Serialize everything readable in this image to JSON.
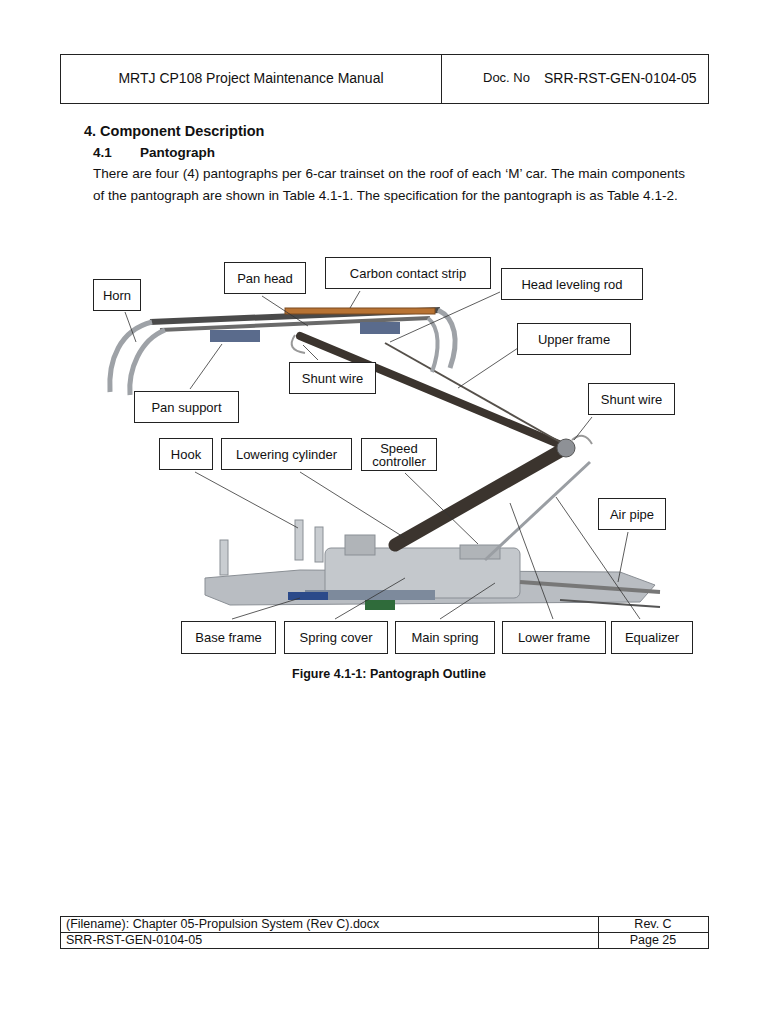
{
  "diagram": {
    "title": "4. Component Description",
    "caption": "Figure 4.1-1: Pantograph Outline",
    "nodes": [
      {
        "text": [
          "Horn"
        ]
      },
      {
        "text": [
          "Pan head"
        ]
      },
      {
        "text": [
          "Carbon contact strip"
        ]
      },
      {
        "text": [
          "Head leveling rod"
        ]
      },
      {
        "text": [
          "Upper frame"
        ]
      },
      {
        "text": [
          "Shunt wire"
        ]
      },
      {
        "text": [
          "Pan support"
        ]
      },
      {
        "text": [
          "Shunt wire"
        ]
      },
      {
        "text": [
          "Hook"
        ]
      },
      {
        "text": [
          "Lowering cylinder"
        ]
      },
      {
        "text": [
          "Speed controller"
        ]
      },
      {
        "text": [
          "Air pipe"
        ]
      },
      {
        "text": [
          "Base frame"
        ]
      },
      {
        "text": [
          "Spring cover"
        ]
      },
      {
        "text": [
          "Main spring"
        ]
      },
      {
        "text": [
          "Lower frame"
        ]
      },
      {
        "text": [
          "Equalizer"
        ]
      }
    ],
    "labels": [
      "MRTJ CP108 Project Maintenance Manual",
      "Doc. No",
      "SRR-RST-GEN-0104-05",
      "4.1",
      "Pantograph",
      "There are four (4) pantographs per 6-car trainset on the roof of each ‘M’ car. The main components of the pantograph are shown in Table 4.1-1. The specification for the pantograph is as Table 4.1-2.",
      "(Filename): Chapter 05-Propulsion System (Rev C).docx",
      "Rev. C",
      "SRR-RST-GEN-0104-05",
      "Page 25"
    ]
  }
}
